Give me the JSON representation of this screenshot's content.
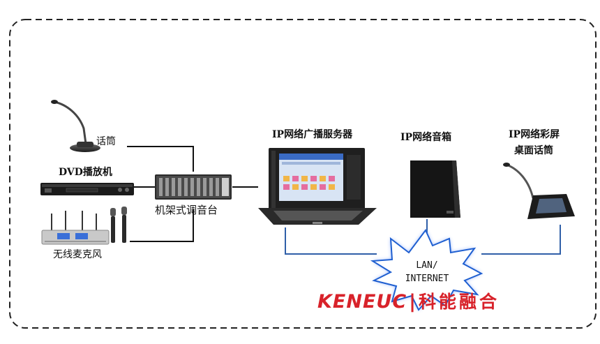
{
  "labels": {
    "mic": "话筒",
    "dvd": "DVD播放机",
    "mixer": "机架式调音台",
    "wireless": "无线麦克风",
    "server": "IP网络广播服务器",
    "speaker": "IP网络音箱",
    "desk_mic_line1": "IP网络彩屏",
    "desk_mic_line2": "桌面话筒"
  },
  "network": {
    "line1": "LAN/",
    "line2": "INTERNET"
  },
  "brand": {
    "latin": "KENEUC",
    "chinese": "科能融合"
  },
  "colors": {
    "link": "#2f5fa8",
    "wire": "#111111",
    "brand": "#d8222a",
    "burst": "#1f5fd0"
  }
}
